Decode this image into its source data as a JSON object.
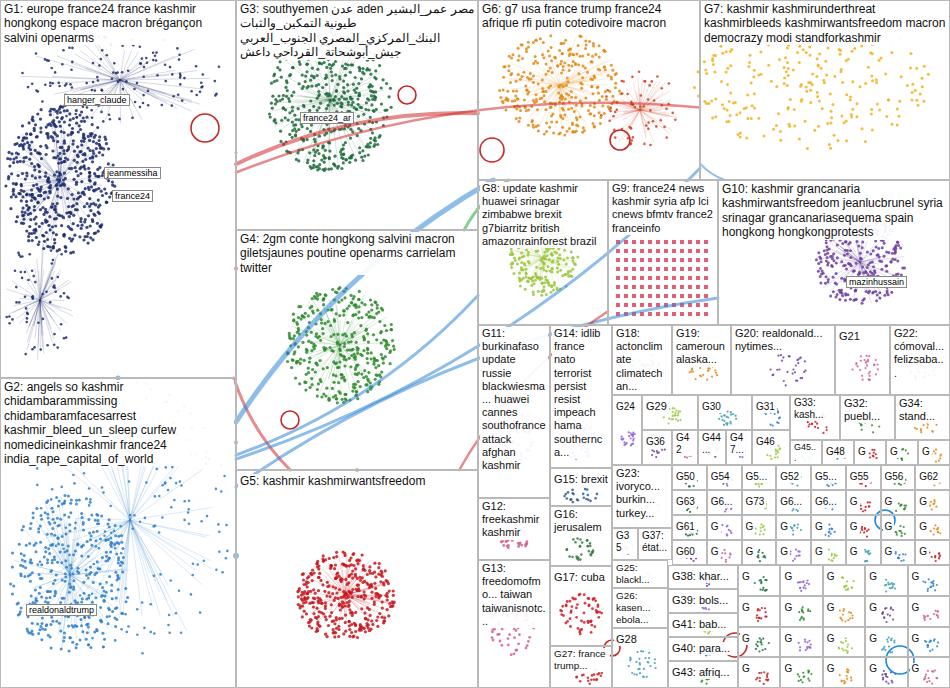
{
  "diagram": {
    "nodes": [
      {
        "text": [
          "G1: europe france24 france kashmir hongkong espace macron brégançon salvini openarms"
        ]
      },
      {
        "text": [
          "G3: southyemen عدن aden مصر عمر_البشير طيونية التمكين_والثبات البنك_المركزي_المصري الجنوب_العربي جيش_أبوشحاتة_القرداحي داعش"
        ]
      },
      {
        "text": [
          "G6: g7 usa france trump france24 afrique rfi putin cotedivoire macron"
        ]
      },
      {
        "text": [
          "G7: kashmir kashmirunderthreat kashmirbleeds kashmirwantsfreedom macron democrazy modi standforkashmir"
        ]
      },
      {
        "text": [
          "G4: 2gm conte hongkong salvini macron giletsjaunes poutine openarms carrielam twitter"
        ]
      },
      {
        "text": [
          "G8: update kashmir huawei srinagar zimbabwe brexit g7biarritz british amazonrainforest brazil"
        ]
      },
      {
        "text": [
          "G9: france24 news kashmir syria afp lci cnews bfmtv france2 franceinfo"
        ]
      },
      {
        "text": [
          "G10: kashmir grancanaria kashmirwantsfreedom jeanlucbrunel syria srinagar grancanariasequema spain hongkong hongkongprotests"
        ]
      },
      {
        "text": [
          "G2: angels so kashmir chidambarammissing chidambaramfacesarrest kashmir_bleed_un_sleep curfew nomedicineinkashmir france24 india_rape_capital_of_world"
        ]
      },
      {
        "text": [
          "G5: kashmir kashmirwantsfreedom"
        ]
      },
      {
        "text": [
          "G11: burkinafaso update russie blackwiesma... huawei cannes southofrance attack afghan kashmir"
        ]
      },
      {
        "text": [
          "G14: idlib france nato terrorist persist resist impeach hama southernca..."
        ]
      },
      {
        "text": [
          "G18: actonclimate climatechan..."
        ]
      },
      {
        "text": [
          "G19: cameroun alaska..."
        ]
      },
      {
        "text": [
          "G20: realdonald... nytimes..."
        ]
      },
      {
        "text": [
          "G21"
        ]
      },
      {
        "text": [
          "G22: cómoval... felizsaba..."
        ]
      },
      {
        "text": [
          "G24"
        ]
      },
      {
        "text": [
          "G29"
        ]
      },
      {
        "text": [
          "G30"
        ]
      },
      {
        "text": [
          "G31"
        ]
      },
      {
        "text": [
          "G33: kash..."
        ]
      },
      {
        "text": [
          "G32: puebl..."
        ]
      },
      {
        "text": [
          "G34: stand..."
        ]
      },
      {
        "text": [
          "G36"
        ]
      },
      {
        "text": [
          "G42"
        ]
      },
      {
        "text": [
          "G44..."
        ]
      },
      {
        "text": [
          "G47..."
        ]
      },
      {
        "text": [
          "G46"
        ]
      },
      {
        "text": [
          "G45..."
        ]
      },
      {
        "text": [
          "G48"
        ]
      },
      {
        "text": [
          "G"
        ]
      },
      {
        "text": [
          "G"
        ]
      },
      {
        "text": [
          "G"
        ]
      },
      {
        "text": [
          "G15: brexit"
        ]
      },
      {
        "text": [
          "G23: ivoryco... burkin... turkey..."
        ]
      },
      {
        "text": [
          "G50"
        ]
      },
      {
        "text": [
          "G54"
        ]
      },
      {
        "text": [
          "G5..."
        ]
      },
      {
        "text": [
          "G52"
        ]
      },
      {
        "text": [
          "G5..."
        ]
      },
      {
        "text": [
          "G55"
        ]
      },
      {
        "text": [
          "G56"
        ]
      },
      {
        "text": [
          "G62"
        ]
      },
      {
        "text": [
          "G12: freekashmir kashmir"
        ]
      },
      {
        "text": [
          "G16: jerusalem"
        ]
      },
      {
        "text": [
          "G63"
        ]
      },
      {
        "text": [
          "G6..."
        ]
      },
      {
        "text": [
          "G73"
        ]
      },
      {
        "text": [
          "G6..."
        ]
      },
      {
        "text": [
          "G6..."
        ]
      },
      {
        "text": [
          "G"
        ]
      },
      {
        "text": [
          "G"
        ]
      },
      {
        "text": [
          "G"
        ]
      },
      {
        "text": [
          "G35"
        ]
      },
      {
        "text": [
          "G37: état..."
        ]
      },
      {
        "text": [
          "G61"
        ]
      },
      {
        "text": [
          "G"
        ]
      },
      {
        "text": [
          "G"
        ]
      },
      {
        "text": [
          "G"
        ]
      },
      {
        "text": [
          "G"
        ]
      },
      {
        "text": [
          "G"
        ]
      },
      {
        "text": [
          "G"
        ]
      },
      {
        "text": [
          "G"
        ]
      },
      {
        "text": [
          "G60"
        ]
      },
      {
        "text": [
          "G"
        ]
      },
      {
        "text": [
          "G"
        ]
      },
      {
        "text": [
          "G"
        ]
      },
      {
        "text": [
          "G"
        ]
      },
      {
        "text": [
          "G"
        ]
      },
      {
        "text": [
          "G"
        ]
      },
      {
        "text": [
          "G"
        ]
      },
      {
        "text": [
          "G13: freedomofmo... taiwan taiwanisnotc..."
        ]
      },
      {
        "text": [
          "G25: blackl..."
        ]
      },
      {
        "text": [
          "G38: khar..."
        ]
      },
      {
        "text": [
          "G17: cuba"
        ]
      },
      {
        "text": [
          "G"
        ]
      },
      {
        "text": [
          "G"
        ]
      },
      {
        "text": [
          "G"
        ]
      },
      {
        "text": [
          "G"
        ]
      },
      {
        "text": [
          "G"
        ]
      },
      {
        "text": [
          "G"
        ]
      },
      {
        "text": [
          "G"
        ]
      },
      {
        "text": [
          "G"
        ]
      },
      {
        "text": [
          "G"
        ]
      },
      {
        "text": [
          "G"
        ]
      },
      {
        "text": [
          "G"
        ]
      },
      {
        "text": [
          "G"
        ]
      },
      {
        "text": [
          "G"
        ]
      },
      {
        "text": [
          "G"
        ]
      },
      {
        "text": [
          "G"
        ]
      },
      {
        "text": [
          "G"
        ]
      },
      {
        "text": [
          "G"
        ]
      },
      {
        "text": [
          "G"
        ]
      },
      {
        "text": [
          "G"
        ]
      },
      {
        "text": [
          "G"
        ]
      },
      {
        "text": [
          "G26: kasen... ebola..."
        ]
      },
      {
        "text": [
          "G39: bols..."
        ]
      },
      {
        "text": [
          "G41: bab..."
        ]
      },
      {
        "text": [
          "G28"
        ]
      },
      {
        "text": [
          "G40: para..."
        ]
      },
      {
        "text": [
          "G27: france trump..."
        ]
      },
      {
        "text": [
          "G43: afriq..."
        ]
      }
    ],
    "edges": [
      {
        "from": 0,
        "to": 8,
        "arrow": "none"
      },
      {
        "from": 0,
        "to": 4,
        "arrow": "none"
      },
      {
        "from": 0,
        "to": 9,
        "arrow": "none"
      },
      {
        "from": 0,
        "to": 2,
        "arrow": "none"
      },
      {
        "from": 0,
        "to": 1,
        "arrow": "none"
      },
      {
        "from": 8,
        "to": 4,
        "arrow": "none"
      },
      {
        "from": 8,
        "to": 9,
        "arrow": "none"
      },
      {
        "from": 8,
        "to": 2,
        "arrow": "none"
      },
      {
        "from": 8,
        "to": 3,
        "arrow": "none"
      },
      {
        "from": 8,
        "to": 7,
        "arrow": "none"
      },
      {
        "from": 4,
        "to": 9,
        "arrow": "none"
      },
      {
        "from": 4,
        "to": 2,
        "arrow": "none"
      },
      {
        "from": 1,
        "to": 2,
        "arrow": "none"
      },
      {
        "from": 9,
        "to": 6,
        "arrow": "none"
      },
      {
        "from": 8,
        "to": 5,
        "arrow": "none"
      },
      {
        "from": 2,
        "to": 3,
        "arrow": "none"
      },
      {
        "from": 2,
        "to": 6,
        "arrow": "none"
      },
      {
        "from": 9,
        "to": 44,
        "arrow": "none"
      },
      {
        "from": 4,
        "to": 5,
        "arrow": "none"
      },
      {
        "from": 0,
        "to": 3,
        "arrow": "none"
      },
      {
        "from": 2,
        "to": 7,
        "arrow": "none"
      },
      {
        "from": 3,
        "to": 7,
        "arrow": "none"
      }
    ],
    "labels": [
      "hanger_claude",
      "jeanmessiha",
      "france24",
      "france24_ar",
      "realdonaldtrump",
      "mazinhussain"
    ]
  }
}
